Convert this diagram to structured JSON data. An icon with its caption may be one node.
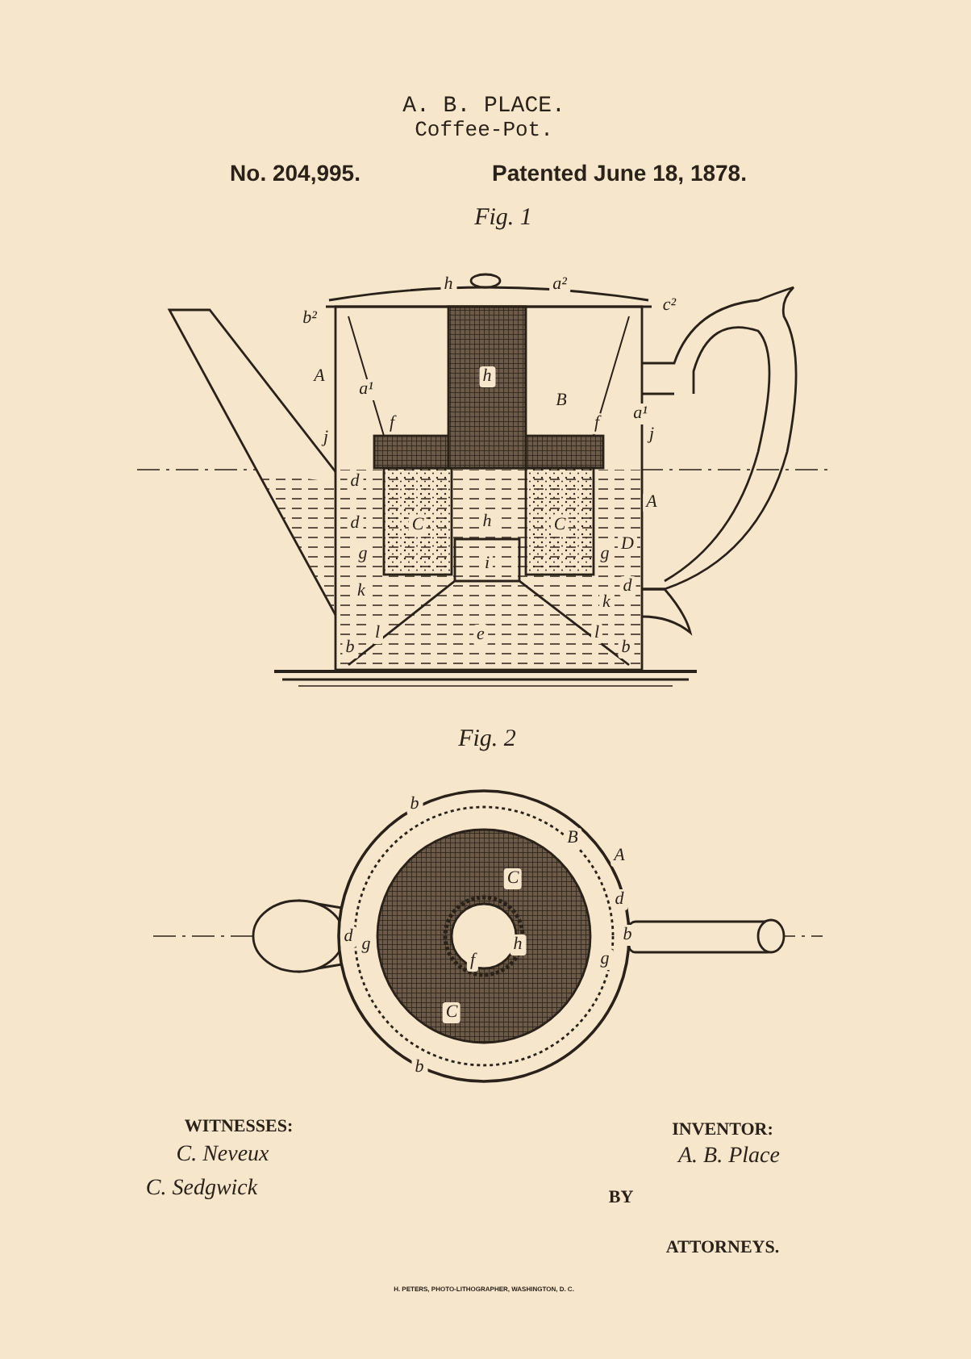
{
  "diagram": {
    "title": "A. B. PLACE.",
    "labels": [
      "Coffee-Pot.",
      "No. 204,995.",
      "Patented June 18, 1878.",
      "Fig. 1",
      "h",
      "a²",
      "b²",
      "c²",
      "A",
      "a¹",
      "h",
      "B",
      "a¹",
      "f",
      "f",
      "j",
      "j",
      "d",
      "A",
      "d",
      "C",
      "h",
      "C",
      "g",
      "i",
      "g",
      "D",
      "k",
      "d",
      "k",
      "b",
      "l",
      "e",
      "l",
      "b",
      "Fig. 2",
      "b",
      "B",
      "A",
      "C",
      "d",
      "d",
      "g",
      "h",
      "f",
      "b",
      "g",
      "C",
      "b",
      "WITNESSES:",
      "C. Neveux",
      "C. Sedgwick",
      "INVENTOR:",
      "A. B. Place",
      "BY",
      "ATTORNEYS.",
      "H. PETERS, PHOTO-LITHOGRAPHER, WASHINGTON, D. C."
    ]
  }
}
